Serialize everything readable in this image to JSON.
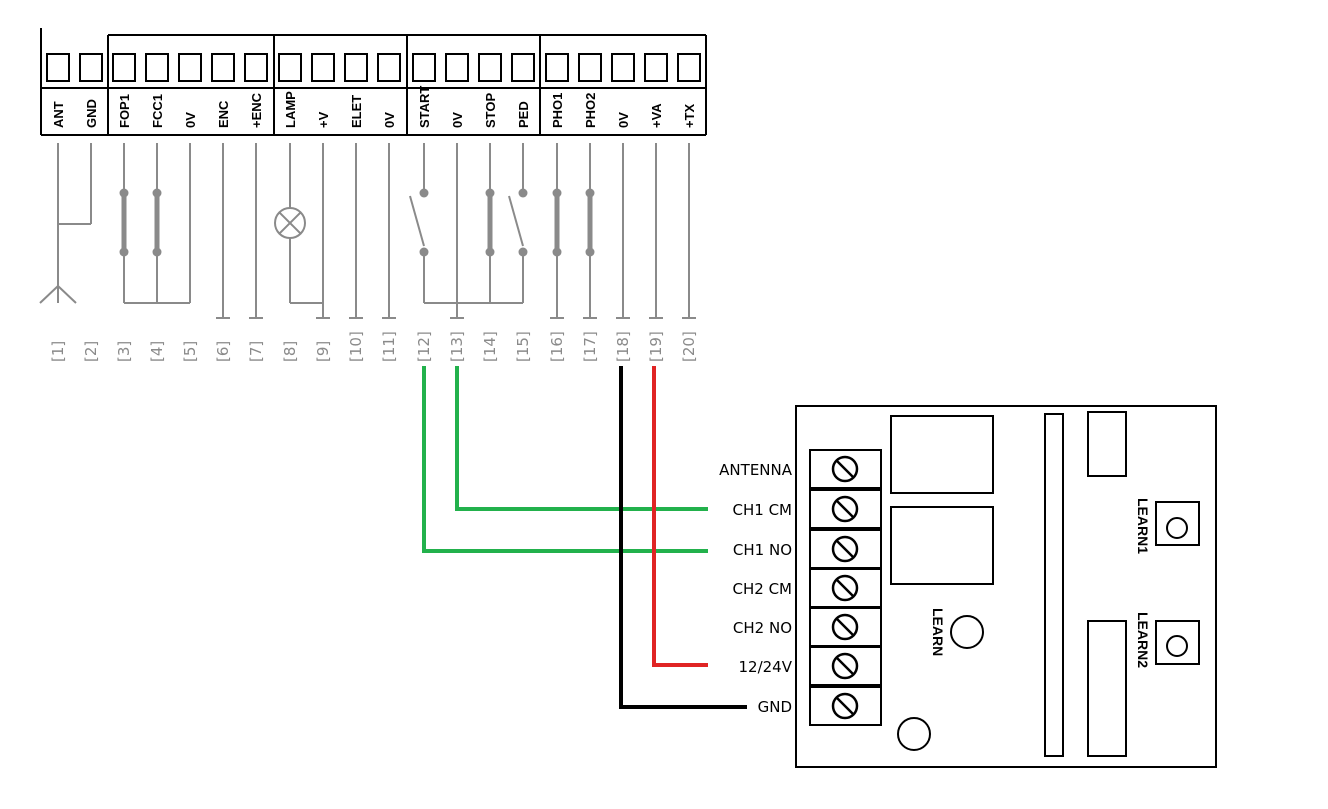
{
  "terminal_block": {
    "labels": [
      "ANT",
      "GND",
      "FOP1",
      "FCC1",
      "0V",
      "ENC",
      "+ENC",
      "LAMP",
      "+V",
      "ELET",
      "0V",
      "START",
      "0V",
      "STOP",
      "PED",
      "PHO1",
      "PHO2",
      "0V",
      "+VA",
      "+TX"
    ],
    "numbers": [
      "[1]",
      "[2]",
      "[3]",
      "[4]",
      "[5]",
      "[6]",
      "[7]",
      "[8]",
      "[9]",
      "[10]",
      "[11]",
      "[12]",
      "[13]",
      "[14]",
      "[15]",
      "[16]",
      "[17]",
      "[18]",
      "[19]",
      "[20]"
    ]
  },
  "receiver": {
    "terminals": [
      "ANTENNA",
      "CH1 CM",
      "CH1 NO",
      "CH2 CM",
      "CH2 NO",
      "12/24V",
      "GND"
    ],
    "learn_labels": [
      "LEARN1",
      "LEARN2",
      "LEARN"
    ]
  },
  "wires": [
    {
      "from": "[12]",
      "to": "CH1 NO",
      "color": "#22b14c"
    },
    {
      "from": "[13]",
      "to": "CH1 CM",
      "color": "#22b14c"
    },
    {
      "from": "[18]",
      "to": "GND",
      "color": "#000000"
    },
    {
      "from": "[19]",
      "to": "12/24V",
      "color": "#e02424"
    }
  ],
  "colors": {
    "green_wire": "#22b14c",
    "red_wire": "#e02424",
    "black_wire": "#000000",
    "schematic_gray": "#8a8a8a"
  }
}
